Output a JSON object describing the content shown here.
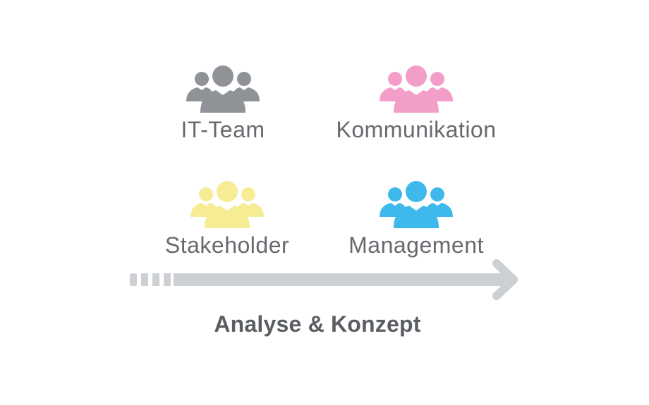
{
  "groups": [
    {
      "label": "IT-Team",
      "color": "#8f9296",
      "icon": "people-group-icon"
    },
    {
      "label": "Kommunikation",
      "color": "#f29ec9",
      "icon": "people-group-icon"
    },
    {
      "label": "Stakeholder",
      "color": "#f6ec93",
      "icon": "people-group-icon"
    },
    {
      "label": "Management",
      "color": "#3fb9ec",
      "icon": "people-group-icon"
    }
  ],
  "arrow": {
    "color": "#cdd0d3",
    "icon": "arrow-right-icon"
  },
  "caption": "Analyse & Konzept"
}
